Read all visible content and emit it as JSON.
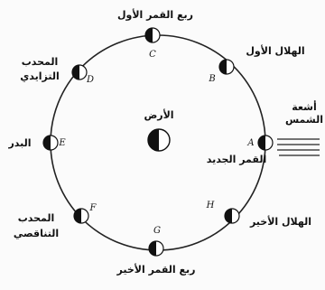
{
  "earth_label": "الأرض",
  "sun_rays_label": [
    "أشعة",
    "الشمس"
  ],
  "positions": [
    {
      "letter": "A",
      "label": [
        "القمر الجديد"
      ]
    },
    {
      "letter": "B",
      "label": [
        "الهلال الأول"
      ]
    },
    {
      "letter": "C",
      "label": [
        "ربع القمر الأول"
      ]
    },
    {
      "letter": "D",
      "label": [
        "المحدب",
        "التزايدي"
      ]
    },
    {
      "letter": "E",
      "label": [
        "البدر"
      ]
    },
    {
      "letter": "F",
      "label": [
        "المحدب",
        "التناقصي"
      ]
    },
    {
      "letter": "G",
      "label": [
        "ربع القمر الأخير"
      ]
    },
    {
      "letter": "H",
      "label": [
        "الهلال الأخير"
      ]
    }
  ]
}
